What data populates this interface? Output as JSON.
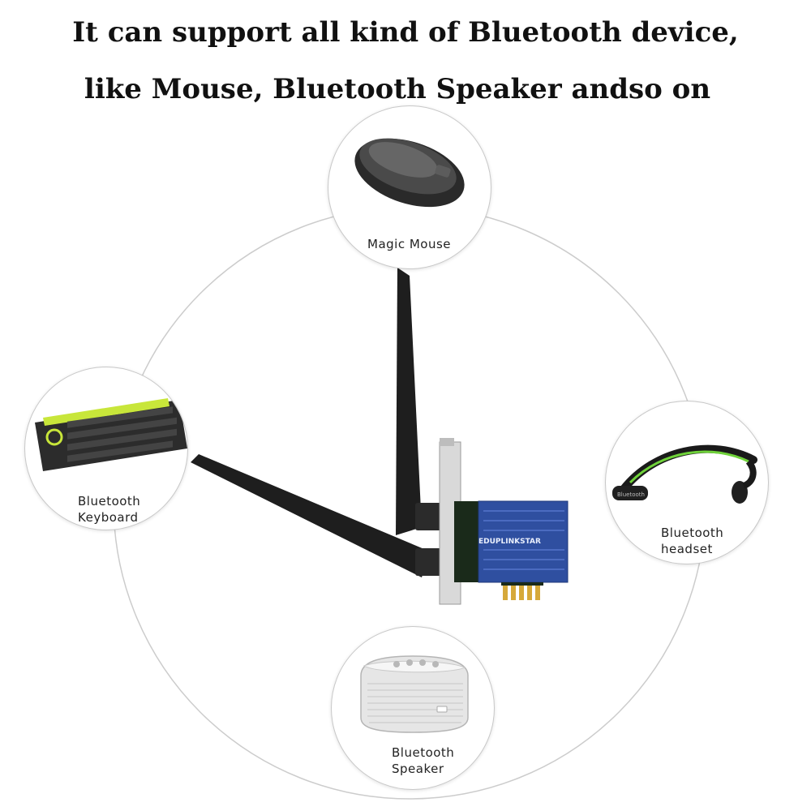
{
  "headline": {
    "line1": "It can support all kind of Bluetooth device,",
    "line2": "like Mouse, Bluetooth Speaker andso on"
  },
  "devices": {
    "mouse": {
      "label": "Magic Mouse"
    },
    "keyboard": {
      "label_line1": "Bluetooth",
      "label_line2": "Keyboard"
    },
    "headset": {
      "label_line1": "Bluetooth",
      "label_line2": "headset"
    },
    "speaker": {
      "label_line1": "Bluetooth",
      "label_line2": "Speaker"
    }
  },
  "card": {
    "brand": "EDUPLINKSTAR"
  },
  "headset_brand": "Bluetooth",
  "colors": {
    "ring": "#cccccc",
    "card_blue": "#2f4fa0",
    "keyboard_accent": "#c8e63a",
    "headset_accent": "#6fd23a",
    "antenna": "#1e1e1e"
  }
}
